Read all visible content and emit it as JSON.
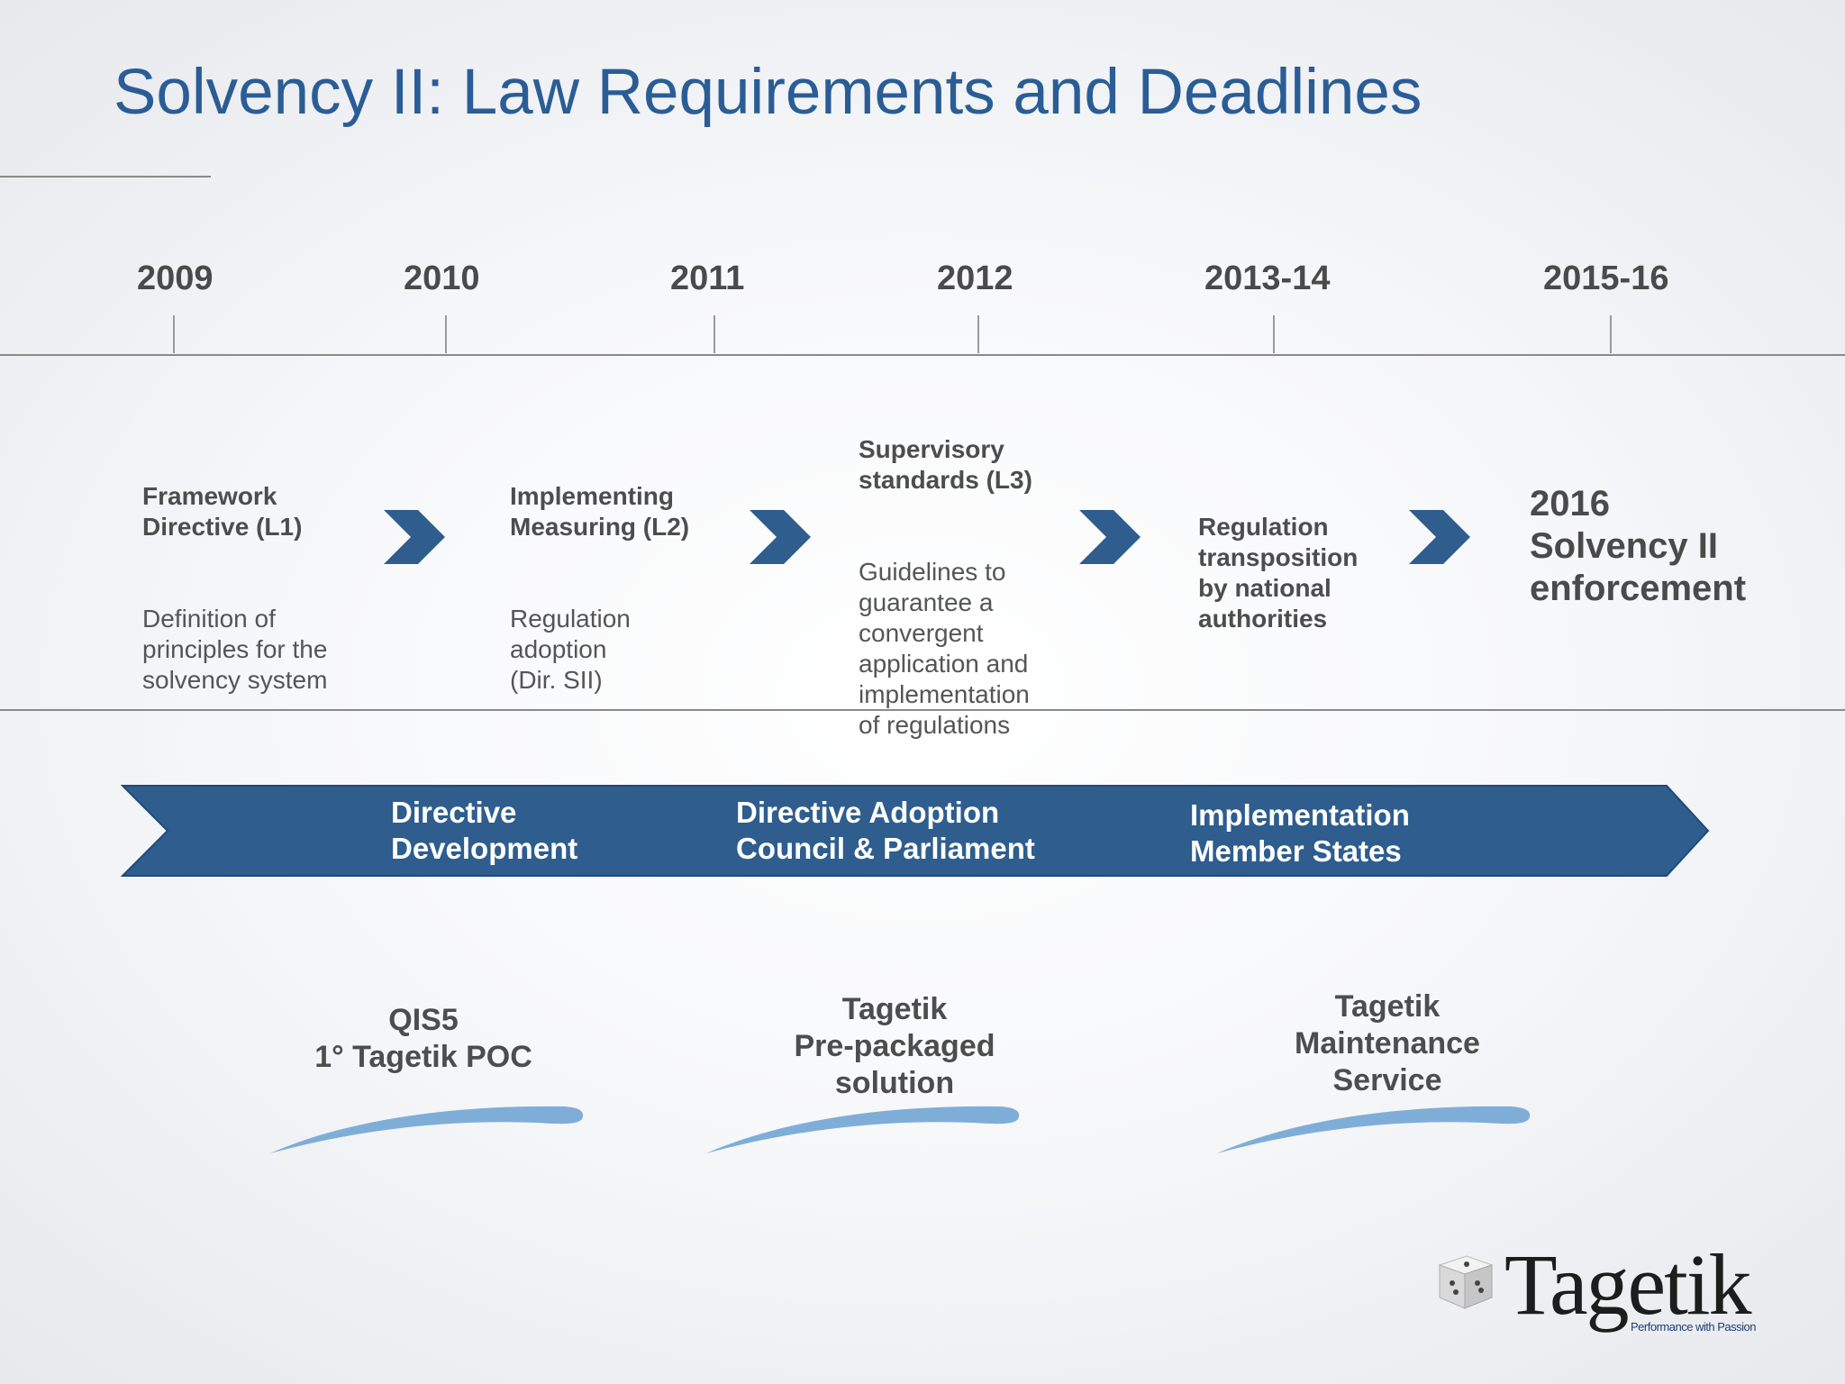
{
  "title": "Solvency II: Law Requirements and Deadlines",
  "timeline": {
    "years": [
      "2009",
      "2010",
      "2011",
      "2012",
      "2013-14",
      "2015-16"
    ]
  },
  "steps": [
    {
      "heading": "Framework\nDirective (L1)",
      "body": "Definition of\nprinciples for the\nsolvency system"
    },
    {
      "heading": "Implementing\nMeasuring (L2)",
      "body": "Regulation\nadoption\n(Dir. SII)"
    },
    {
      "heading": "Supervisory\nstandards (L3)",
      "body": "Guidelines to\nguarantee a\nconvergent\napplication and\nimplementation\nof  regulations"
    },
    {
      "heading": "Regulation\ntransposition\nby national\nauthorities",
      "body": ""
    }
  ],
  "final_step": "2016\nSolvency II\nenforcement",
  "band": {
    "color": "#2e5d8e",
    "labels": [
      "Directive\nDevelopment",
      "Directive  Adoption\nCouncil & Parliament",
      "Implementation\nMember States"
    ]
  },
  "solutions": [
    "QIS5\n1° Tagetik POC",
    "Tagetik\nPre-packaged\nsolution",
    "Tagetik\nMaintenance\nService"
  ],
  "logo": {
    "name": "Tagetik",
    "tagline": "Performance with Passion"
  },
  "colors": {
    "title": "#2a5d96",
    "chevron": "#2e5d8e",
    "swoosh": "#7eaed8"
  }
}
